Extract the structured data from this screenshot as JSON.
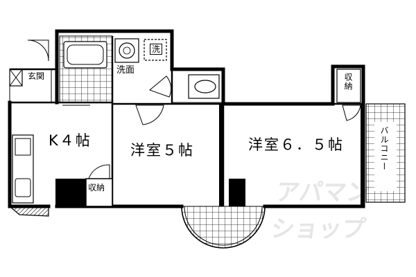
{
  "rooms": {
    "kitchen": "K４帖",
    "western_5": "洋室５帖",
    "western_65": "洋室６．５帖"
  },
  "labels": {
    "entrance": "玄関",
    "washroom": "洗面",
    "washer": "洗",
    "storage_kitchen": "収納",
    "storage_top": "収納",
    "balcony": "バルコニー"
  },
  "watermark": {
    "line1": "アパマン",
    "line2": "ショップ"
  }
}
